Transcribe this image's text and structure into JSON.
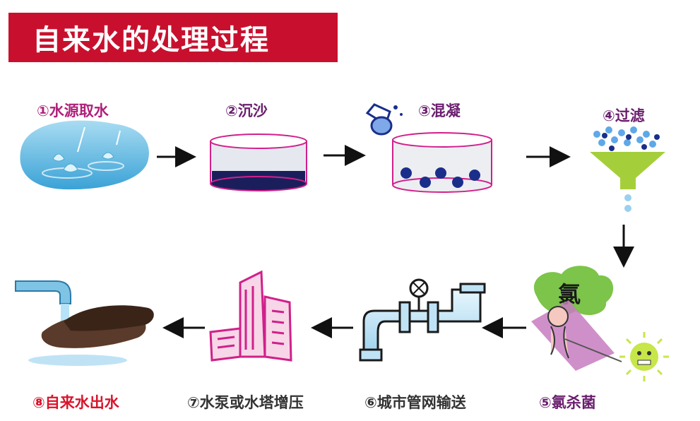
{
  "title": "自来水的处理过程",
  "steps": [
    {
      "label": "①水源取水",
      "color": "#b0207a"
    },
    {
      "label": "②沉沙",
      "color": "#6a1f6e"
    },
    {
      "label": "③混凝",
      "color": "#6a1f6e"
    },
    {
      "label": "④过滤",
      "color": "#6a1f6e"
    },
    {
      "label": "⑤氯杀菌",
      "color": "#6a1f6e"
    },
    {
      "label": "⑥城市管网输送",
      "color": "#333333"
    },
    {
      "label": "⑦水泵或水塔增压",
      "color": "#333333"
    },
    {
      "label": "⑧自来水出水",
      "color": "#d9142b"
    }
  ],
  "chlorine_cloud_text": "氯",
  "colors": {
    "banner": "#c8102e",
    "water": "#5bb8e0",
    "sediment": "#1a1f5c",
    "filter": "#a5cf3a",
    "cloud": "#7cc44a",
    "building": "#d1208a",
    "pipe": "#bfe3f5"
  }
}
